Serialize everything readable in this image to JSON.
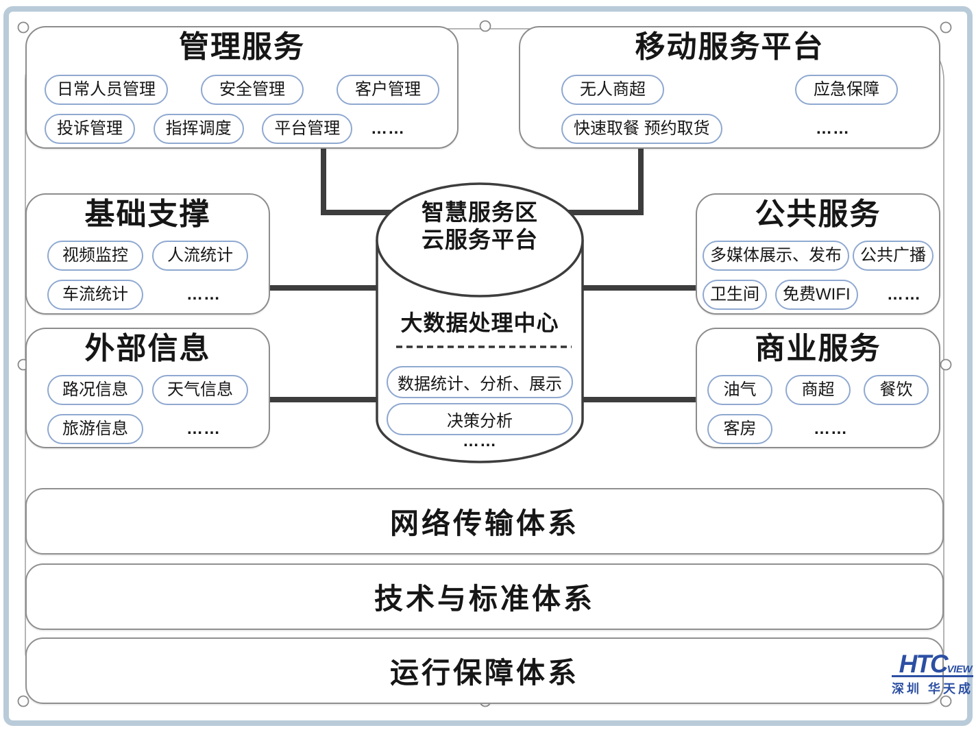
{
  "colors": {
    "pill_border": "#8fa8d0",
    "box_border": "#8c8c8c",
    "connector": "#3d3d3d",
    "frame": "#b9cbd9",
    "logo_blue": "#2b4fa3"
  },
  "sections": {
    "management": {
      "title": "管理服务",
      "pills": [
        "日常人员管理",
        "安全管理",
        "客户管理",
        "投诉管理",
        "指挥调度",
        "平台管理"
      ],
      "ellipsis": "……"
    },
    "mobile": {
      "title": "移动服务平台",
      "pills": [
        "无人商超",
        "应急保障",
        "快速取餐 预约取货"
      ],
      "ellipsis": "……"
    },
    "basic": {
      "title": "基础支撑",
      "pills": [
        "视频监控",
        "人流统计",
        "车流统计"
      ],
      "ellipsis": "……"
    },
    "external": {
      "title": "外部信息",
      "pills": [
        "路况信息",
        "天气信息",
        "旅游信息"
      ],
      "ellipsis": "……"
    },
    "public": {
      "title": "公共服务",
      "pills": [
        "多媒体展示、发布",
        "公共广播",
        "卫生间",
        "免费WIFI"
      ],
      "ellipsis": "……"
    },
    "business": {
      "title": "商业服务",
      "pills": [
        "油气",
        "商超",
        "餐饮",
        "客房"
      ],
      "ellipsis": "……"
    }
  },
  "center": {
    "title_line1": "智慧服务区",
    "title_line2": "云服务平台",
    "heading": "大数据处理中心",
    "pills": [
      "数据统计、分析、展示",
      "决策分析"
    ],
    "ellipsis": "……"
  },
  "bottom_bars": [
    "网络传输体系",
    "技术与标准体系",
    "运行保障体系"
  ],
  "logo": {
    "brand": "HTC",
    "suffix": "VIEW",
    "subtitle": "深圳 华天成"
  }
}
